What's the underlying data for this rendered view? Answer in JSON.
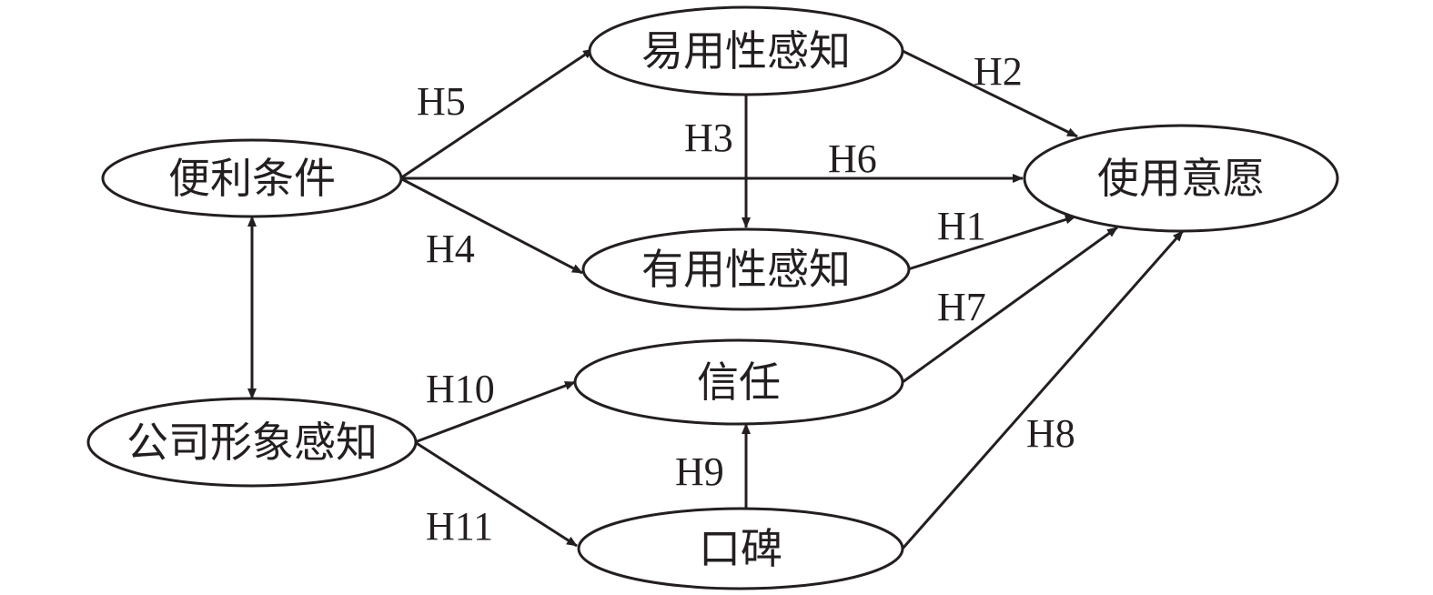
{
  "diagram": {
    "nodes": {
      "facilitating_conditions": "便利条件",
      "perceived_ease_of_use": "易用性感知",
      "perceived_usefulness": "有用性感知",
      "usage_intention": "使用意愿",
      "perceived_company_image": "公司形象感知",
      "trust": "信任",
      "word_of_mouth": "口碑"
    },
    "edges": {
      "h1": "H1",
      "h2": "H2",
      "h3": "H3",
      "h4": "H4",
      "h5": "H5",
      "h6": "H6",
      "h7": "H7",
      "h8": "H8",
      "h9": "H9",
      "h10": "H10",
      "h11": "H11"
    }
  }
}
